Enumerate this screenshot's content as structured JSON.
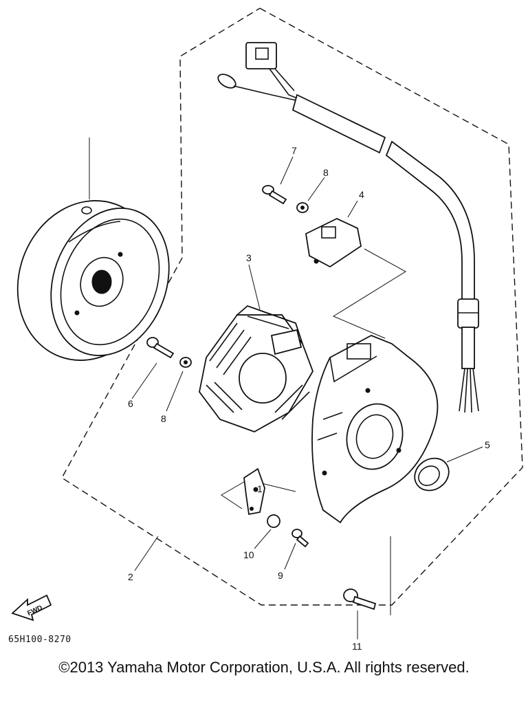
{
  "diagram": {
    "part_code": "65H100-8270",
    "fwd_label": "FWD",
    "callouts": {
      "c1": "1",
      "c2": "2",
      "c3": "3",
      "c4": "4",
      "c5": "5",
      "c6": "6",
      "c7": "7",
      "c8a": "8",
      "c8b": "8",
      "c9": "9",
      "c10": "10",
      "c11": "11"
    }
  },
  "footer": {
    "copyright": "©2013 Yamaha Motor Corporation, U.S.A. All rights reserved."
  }
}
